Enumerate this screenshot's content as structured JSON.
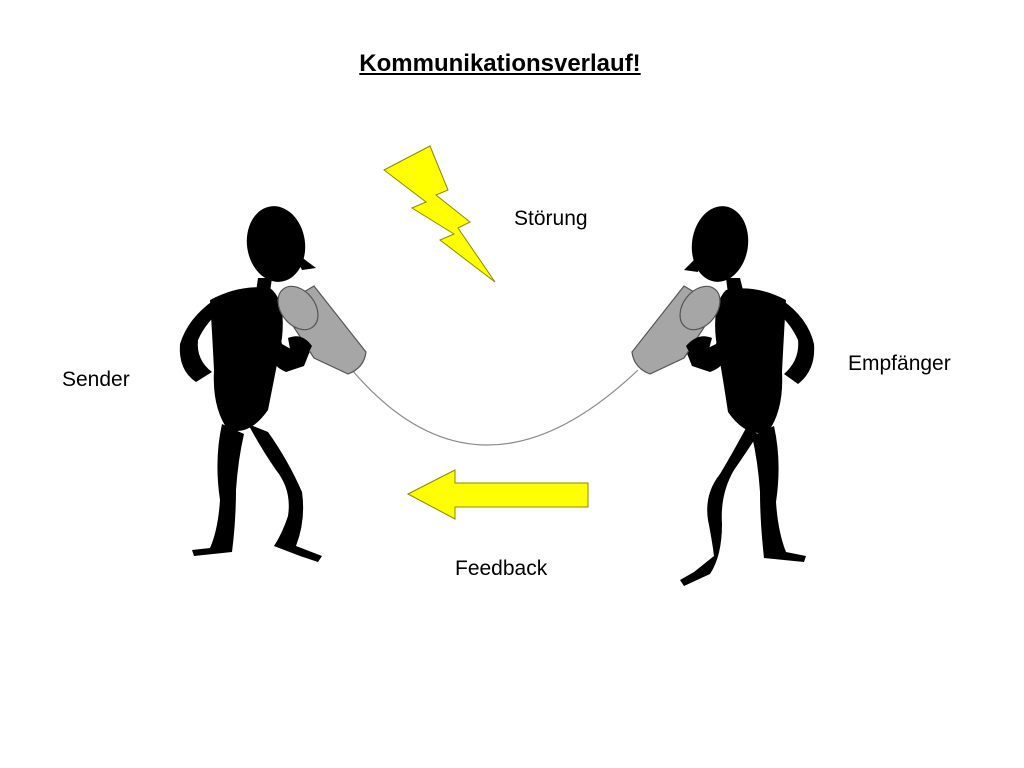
{
  "slide": {
    "title": "Kommunikationsverlauf!",
    "labels": {
      "sender": "Sender",
      "receiver": "Empfänger",
      "noise": "Störung",
      "feedback": "Feedback"
    }
  },
  "colors": {
    "figure": "#000000",
    "can_fill": "#a6a6a6",
    "can_stroke": "#555555",
    "highlight": "#ffff00",
    "highlight_stroke": "#8a8a00",
    "string": "#8c8c8c"
  },
  "icons": [
    "person-sender-icon",
    "person-receiver-icon",
    "tin-can-icon",
    "lightning-bolt-icon",
    "left-arrow-icon"
  ]
}
